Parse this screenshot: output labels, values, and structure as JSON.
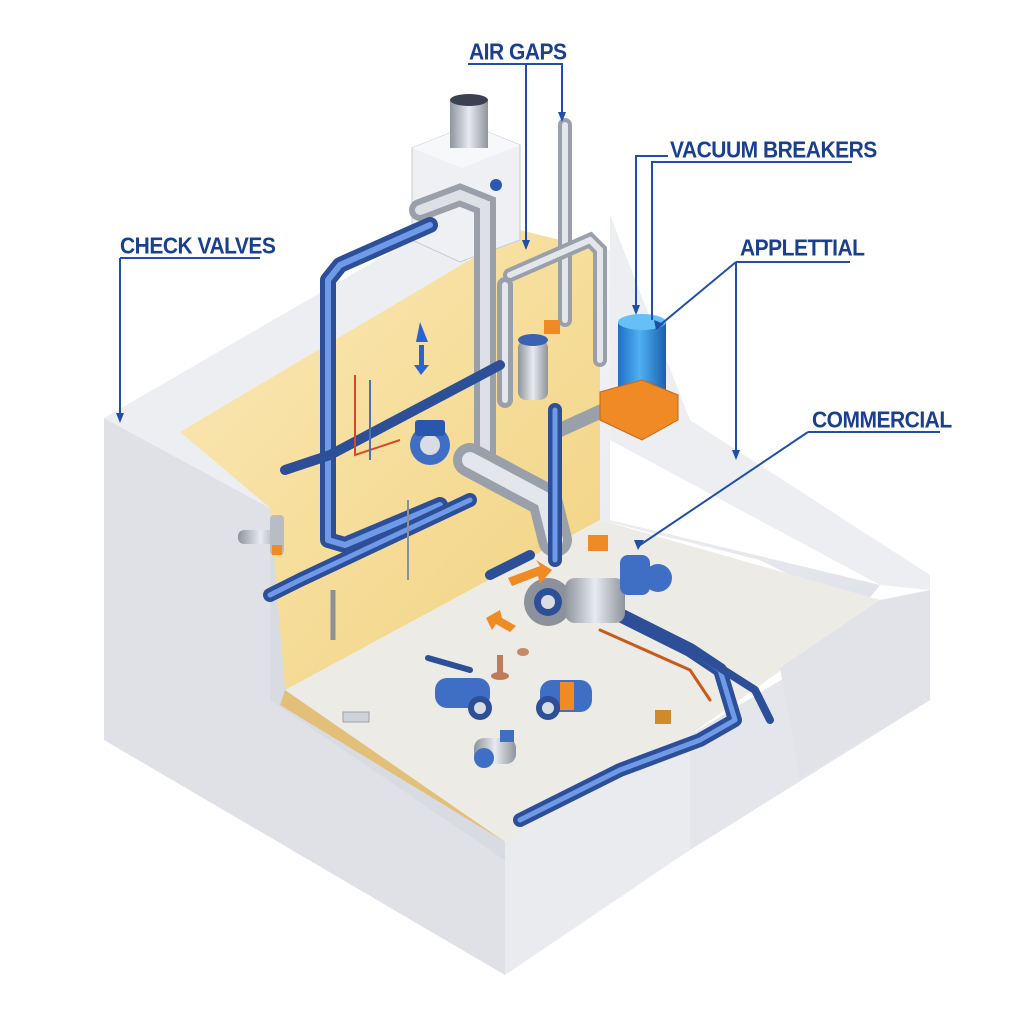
{
  "labels": {
    "air_gaps": "AIR GAPS",
    "vacuum_breakers": "VACUUM BREAKERS",
    "check_valves": "CHECK VALVES",
    "appletial": "APPLETTIAL",
    "commercial": "COMMERCIAL"
  },
  "colors": {
    "label_text": "#1b3f8f",
    "leader_line": "#1f4fa8",
    "pipe_blue": "#3f6fc4",
    "pipe_grey": "#b9bec6",
    "concrete": "#e6e8ee",
    "wall_interior": "#f7e3a8",
    "floor": "#eceae2",
    "accent_orange": "#f08a24",
    "tank_blue": "#2f8fe0"
  },
  "icons": {
    "arrow_down": "arrow-down-icon",
    "flow_arrow": "flow-arrow-icon"
  }
}
